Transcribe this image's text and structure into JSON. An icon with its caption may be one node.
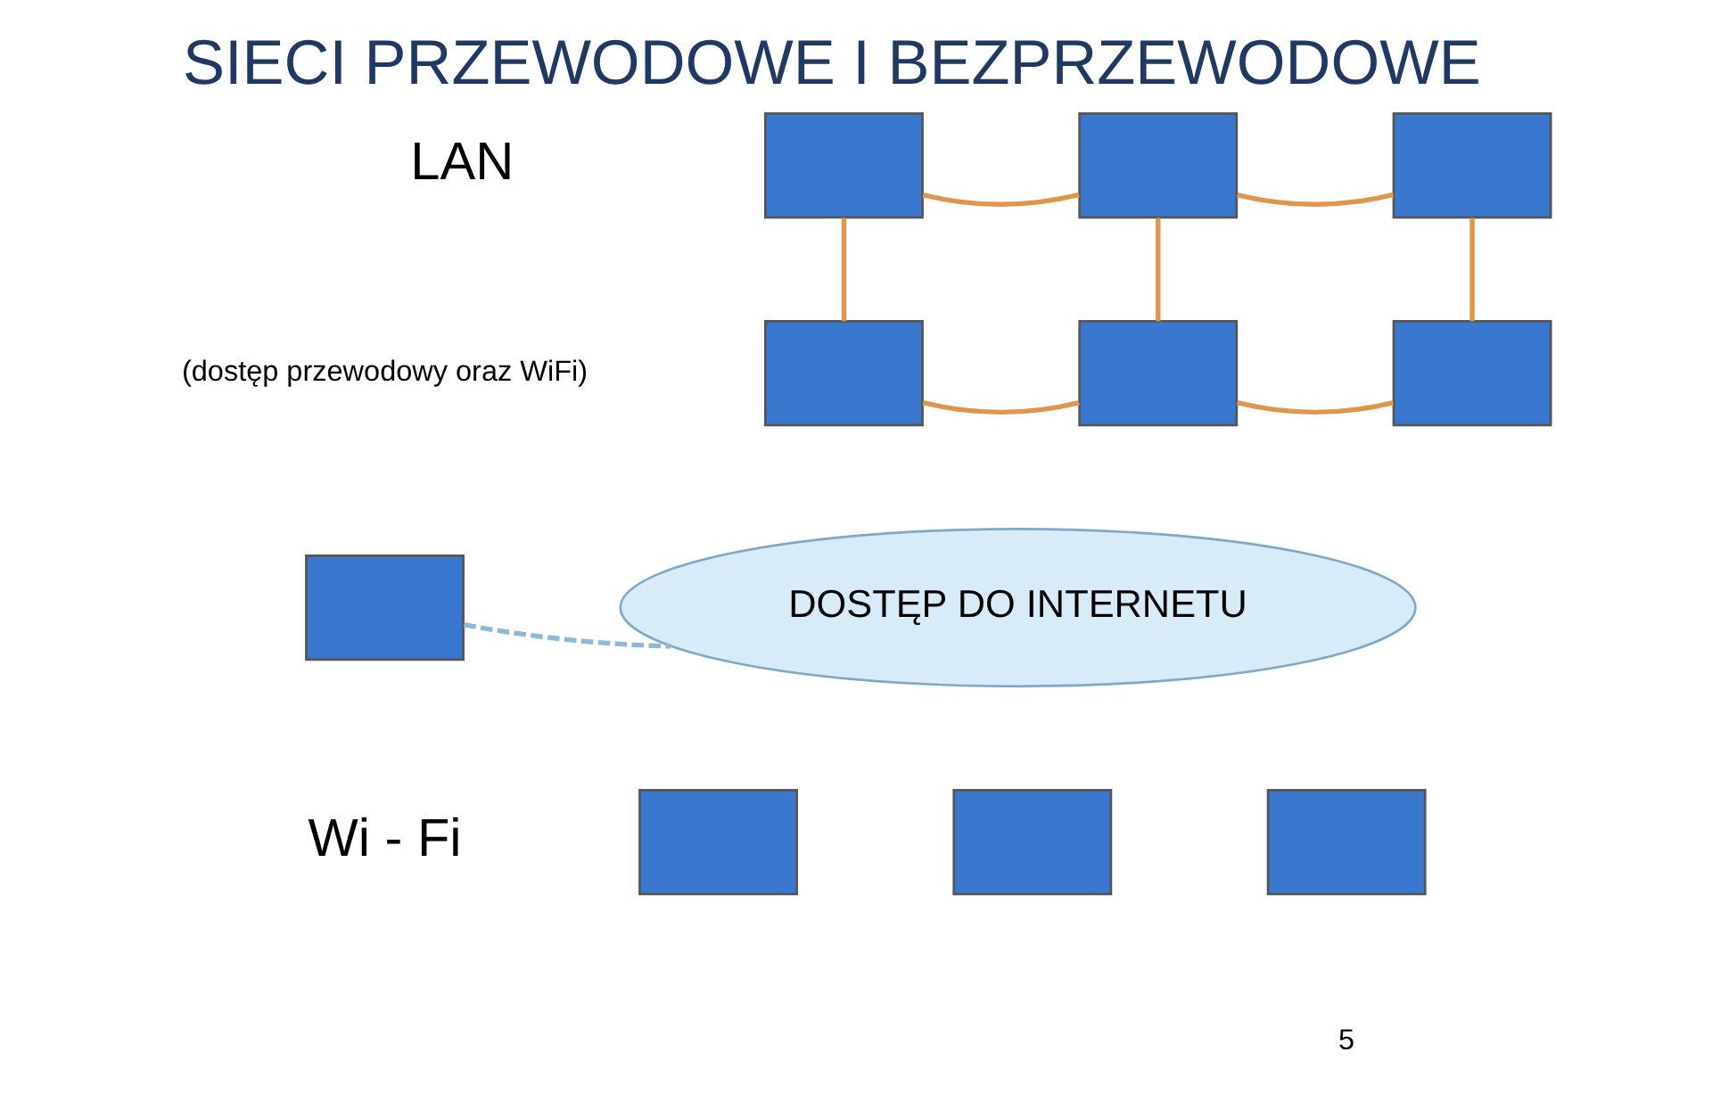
{
  "diagram": {
    "title": "SIECI PRZEWODOWE I BEZPRZEWODOWE",
    "nodes": [
      {
        "text": [],
        "shape": "box"
      },
      {
        "text": [],
        "shape": "box"
      },
      {
        "text": [],
        "shape": "box"
      },
      {
        "text": [],
        "shape": "box"
      },
      {
        "text": [],
        "shape": "box"
      },
      {
        "text": [],
        "shape": "box"
      },
      {
        "text": [],
        "shape": "box"
      },
      {
        "text": [
          "DOSTĘP DO INTERNETU"
        ]
      },
      {
        "text": [],
        "shape": "box"
      },
      {
        "text": [],
        "shape": "box"
      },
      {
        "text": [],
        "shape": "box"
      }
    ],
    "edges": [
      {
        "from": 0,
        "to": 1,
        "arrow": "none"
      },
      {
        "from": 1,
        "to": 2,
        "arrow": "none"
      },
      {
        "from": 0,
        "to": 3,
        "arrow": "none"
      },
      {
        "from": 1,
        "to": 4,
        "arrow": "none"
      },
      {
        "from": 2,
        "to": 5,
        "arrow": "none"
      },
      {
        "from": 3,
        "to": 4,
        "arrow": "none"
      },
      {
        "from": 4,
        "to": 5,
        "arrow": "none"
      },
      {
        "from": 6,
        "to": 7,
        "arrow": "none",
        "style": "dashed",
        "color": "#8fb8d8"
      }
    ],
    "labels": [
      "LAN",
      "(dostęp przewodowy oraz WiFi)",
      "Wi - Fi",
      "5"
    ]
  }
}
